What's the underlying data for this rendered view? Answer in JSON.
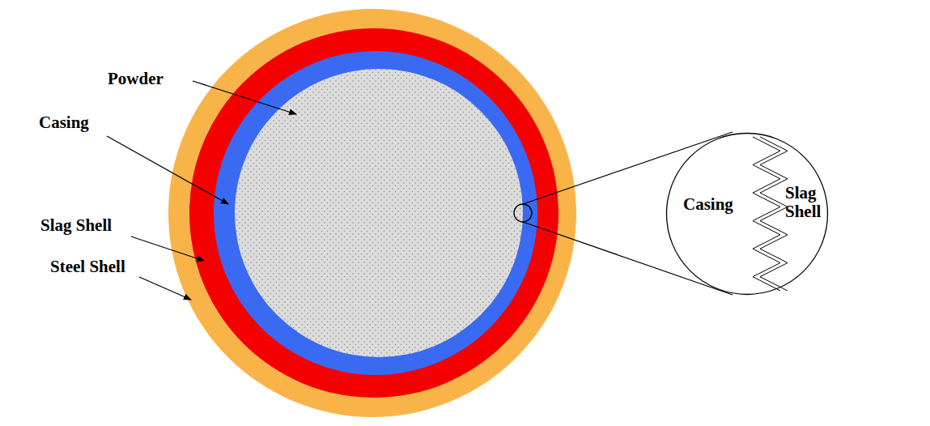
{
  "diagram": {
    "nodes": [
      {
        "text": [
          "Casing",
          "Slag Shell"
        ]
      }
    ],
    "labels": [
      "Powder",
      "Casing",
      "Slag Shell",
      "Steel Shell"
    ]
  }
}
